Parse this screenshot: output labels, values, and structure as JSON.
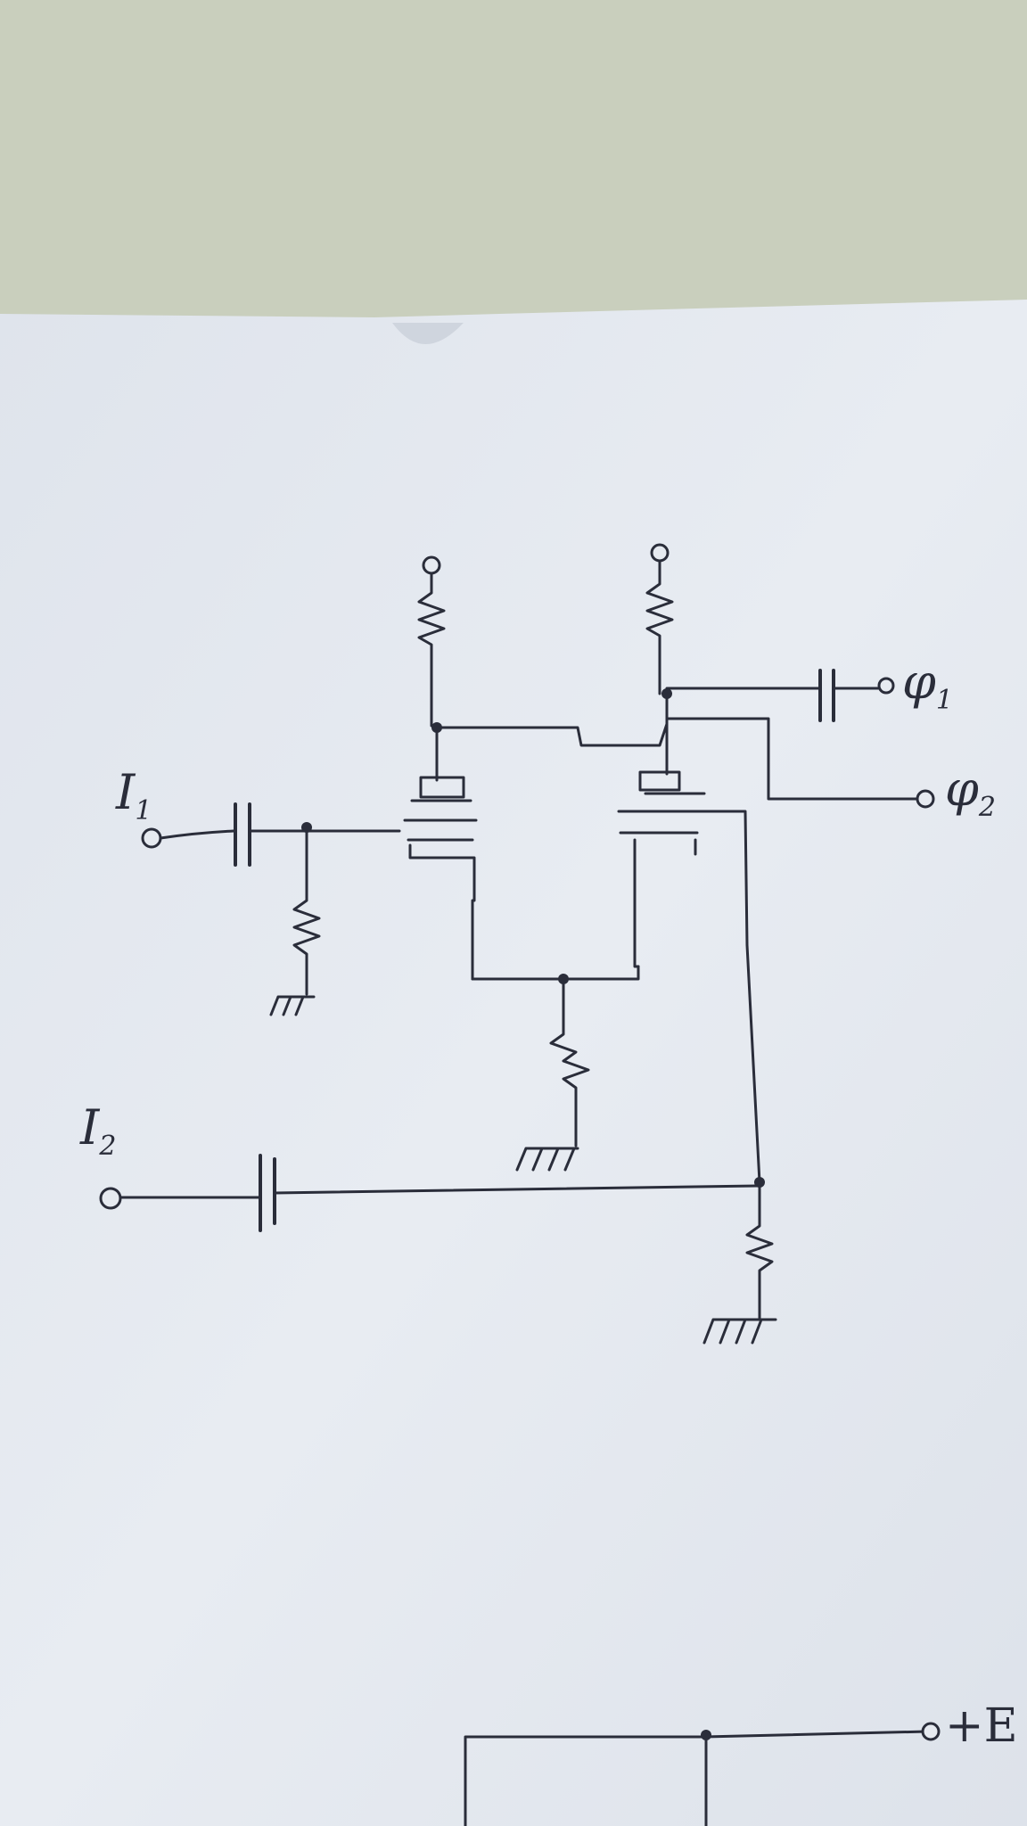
{
  "colors": {
    "background_surface": "#c9cfbd",
    "paper": "#e6eaf0",
    "ink": "#2a2d3a"
  },
  "labels": {
    "input1": {
      "symbol": "I",
      "sub": "1"
    },
    "input2": {
      "symbol": "I",
      "sub": "2"
    },
    "output1": {
      "symbol": "φ",
      "sub": "1"
    },
    "output2": {
      "symbol": "φ",
      "sub": "2"
    },
    "supply": "+E"
  }
}
